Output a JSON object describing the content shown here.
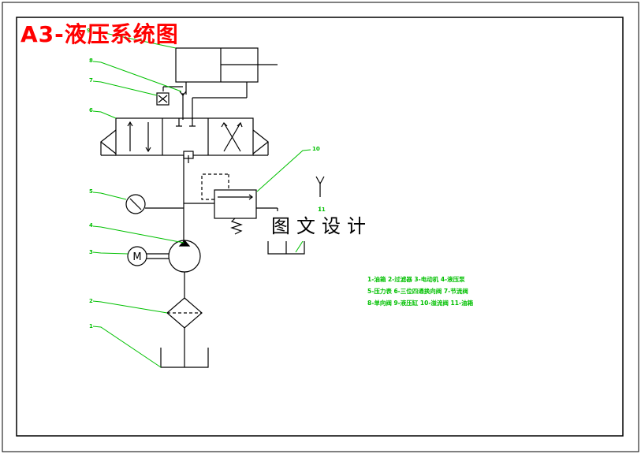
{
  "title": "A3-液压系统图",
  "watermark": "图文设计",
  "callouts": [
    "1",
    "2",
    "3",
    "4",
    "5",
    "6",
    "7",
    "8",
    "9",
    "10",
    "11"
  ],
  "legend": [
    "1-油箱 2-过滤器 3-电动机 4-液压泵",
    "5-压力表 6-三位四通换向阀 7-节流阀",
    "8-单向阀 9-液压缸 10-溢流阀 11-油箱"
  ],
  "motor_letter": "M",
  "colors": {
    "frame": "#000000",
    "title": "#ff0000",
    "leader": "#00c000",
    "legend": "#00c000"
  }
}
